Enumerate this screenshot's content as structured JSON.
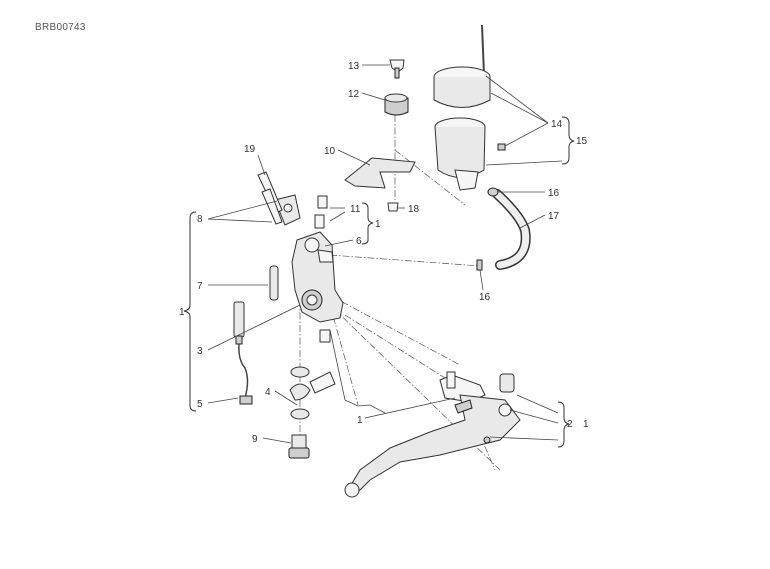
{
  "document_code": "BRB00743",
  "callouts": {
    "n1_lever": "1",
    "n1_left": "1",
    "n1_right_top": "1",
    "n1_right_bottom": "1",
    "n2": "2",
    "n3": "3",
    "n4": "4",
    "n5": "5",
    "n6": "6",
    "n7": "7",
    "n8": "8",
    "n9": "9",
    "n10": "10",
    "n11": "11",
    "n12": "12",
    "n13": "13",
    "n14": "14",
    "n15": "15",
    "n16_top": "16",
    "n16_bottom": "16",
    "n17": "17",
    "n18": "18",
    "n19": "19"
  }
}
